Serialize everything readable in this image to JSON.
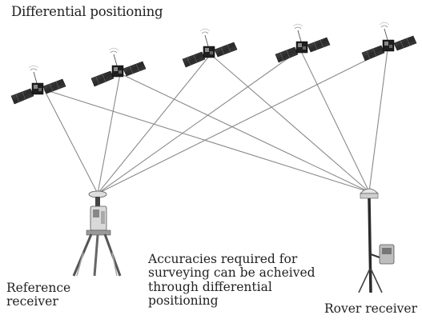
{
  "title": "Differential positioning",
  "reference_label": [
    "Reference",
    "receiver"
  ],
  "rover_label": "Rover receiver",
  "note_lines": [
    "Accuracies required for",
    "surveying can be acheived",
    "through differential",
    "positioning"
  ],
  "satellite_count": 5,
  "receiver_count": 2,
  "colors": {
    "signal_line": "#8a8a8a",
    "panel": "#3a3a3a",
    "body": "#1e1e1e",
    "text": "#222222"
  }
}
